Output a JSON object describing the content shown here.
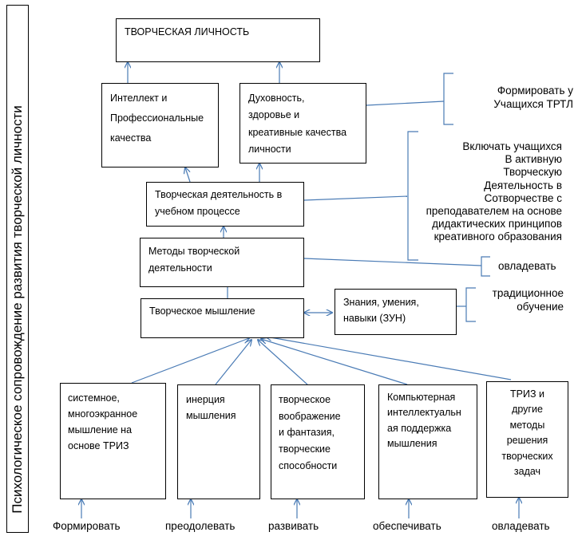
{
  "vertical_title": "Психологическое сопровождение развития творческой личности",
  "boxes": {
    "creative_personality": "ТВОРЧЕСКАЯ ЛИЧНОСТЬ",
    "intellect": "Интеллект и\nПрофессиональные\n  качества",
    "spirituality": "Духовность,\nздоровье и\nкреативные качества\nличности",
    "creative_activity": "Творческая деятельность в\nучебном процессе",
    "methods": "Методы творческой\nдеятельности",
    "creative_thinking": "Творческое мышление",
    "zun": "Знания, умения,\nнавыки (ЗУН)",
    "systemic": "системное,\nмногоэкранное\nмышление на\nоснове ТРИЗ",
    "inertia": "инерция\nмышления",
    "imagination": "творческое\nвоображение\nи фантазия,\nтворческие\nспособности",
    "computer": "Компьютерная\nинтеллектуальн\nая поддержка\nмышления",
    "triz": "ТРИЗ и\nдругие\nметоды\nрешения\nтворческих\nзадач"
  },
  "side_notes": {
    "form_trtl": "Формировать  у\nУчащихся ТРТЛ",
    "include": "Включать учащихся\nВ активную\nТворческую\nДеятельность в\nСотворчестве с\nпреподавателем на основе\nдидактических принципов\nкреативного образования",
    "master": "овладевать",
    "traditional": "традиционное\nобучение"
  },
  "bottom_labels": {
    "form": "Формировать",
    "overcome": "преодолевать",
    "develop": "развивать",
    "provide": "обеспечивать",
    "master": "овладевать"
  },
  "colors": {
    "arrow": "#4a7bb5",
    "border": "#000000"
  }
}
